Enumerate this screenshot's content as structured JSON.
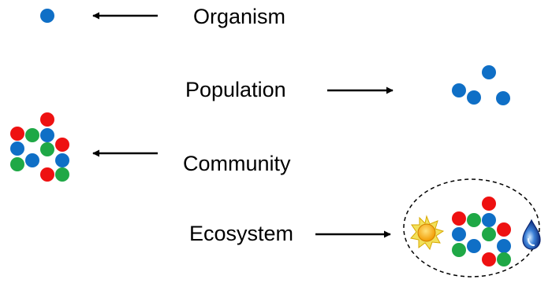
{
  "levels": [
    {
      "id": "organism",
      "label": "Organism",
      "arrow": "left"
    },
    {
      "id": "population",
      "label": "Population",
      "arrow": "right"
    },
    {
      "id": "community",
      "label": "Community",
      "arrow": "left"
    },
    {
      "id": "ecosystem",
      "label": "Ecosystem",
      "arrow": "right"
    }
  ],
  "colors": {
    "blue": "#0f6fc6",
    "red": "#ee1111",
    "green": "#1fa846",
    "arrow": "#000000",
    "sun": "#f7b500",
    "sun_rays": "#f2e05a",
    "water_drop": "#1a3fa0"
  },
  "icons": [
    "sun-icon",
    "water-drop-icon"
  ]
}
